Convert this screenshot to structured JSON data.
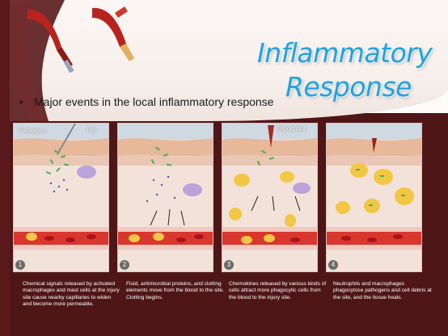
{
  "title": {
    "line1": "Inflammatory",
    "line2": "Response"
  },
  "bullet": {
    "symbol": "•",
    "text": "Major events in the local inflammatory response"
  },
  "panels": [
    {
      "number": "1",
      "labels": [
        "Pathogen",
        "Pin"
      ],
      "caption": "Chemical signals released by activated macrophages and mast cells at the injury site cause nearby capillaries to widen and become more permeable."
    },
    {
      "number": "2",
      "labels": [],
      "caption": "Fluid, antimicrobial proteins, and clotting elements move from the blood to the site. Clotting begins."
    },
    {
      "number": "3",
      "labels": [
        "Blood clot"
      ],
      "caption": "Chemokines released by various kinds of cells attract more phagocytic cells from the blood to the injury site."
    },
    {
      "number": "4",
      "labels": [],
      "caption": "Neutrophils and macrophages phagocytose pathogens and cell debris at the site, and the tissue heals."
    }
  ],
  "colors": {
    "title": "#1fa3dd",
    "maroon": "#4f1618",
    "skin": "#f4ddd4",
    "blood": "#c8201c",
    "bacteria": "#4caf50",
    "phagocyte": "#f2c744"
  }
}
